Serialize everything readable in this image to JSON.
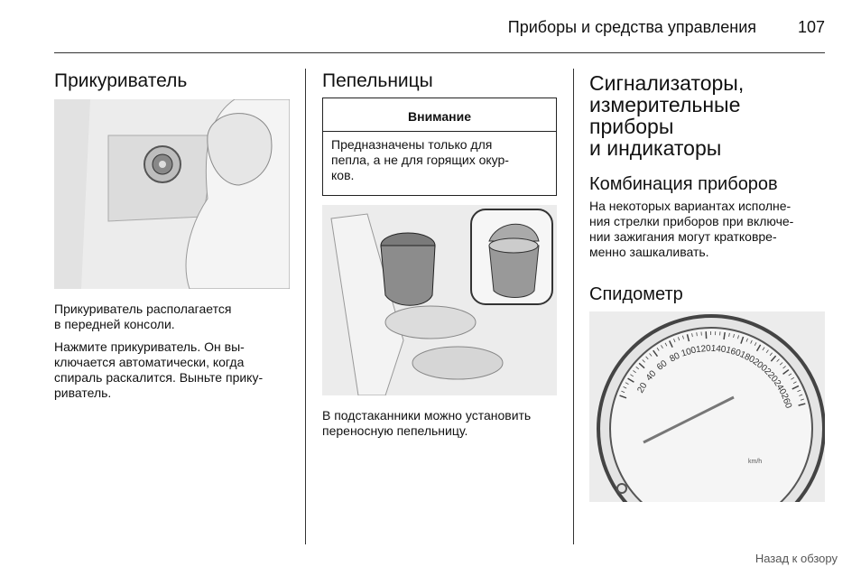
{
  "header": {
    "section_title": "Приборы и средства управления",
    "page_number": "107"
  },
  "col1": {
    "heading": "Прикуриватель",
    "paragraphs": [
      "Прикуриватель располагается\nв передней консоли.",
      "Нажмите прикуриватель. Он вы-\nключается автоматически, когда\nспираль раскалится. Выньте прику-\nриватель."
    ]
  },
  "col2": {
    "heading": "Пепельницы",
    "warning_title": "Внимание",
    "warning_text": "Предназначены только для\nпепла, а не для горящих окур-\nков.",
    "paragraph": "В подстаканники можно установить\nпереносную пепельницу."
  },
  "col3": {
    "heading": "Сигнализаторы,\nизмерительные\nприборы\nи индикаторы",
    "sub1": "Комбинация приборов",
    "sub1_text": "На некоторых вариантах исполне-\nния стрелки приборов при включе-\nнии зажигания могут кратковре-\nменно зашкаливать.",
    "sub2": "Спидометр",
    "speedo_labels": [
      "20",
      "40",
      "60",
      "80",
      "100",
      "120",
      "140",
      "160",
      "180",
      "200",
      "220",
      "240",
      "260"
    ],
    "speedo_unit": "km/h"
  },
  "footer": {
    "link": "Назад к обзору"
  }
}
